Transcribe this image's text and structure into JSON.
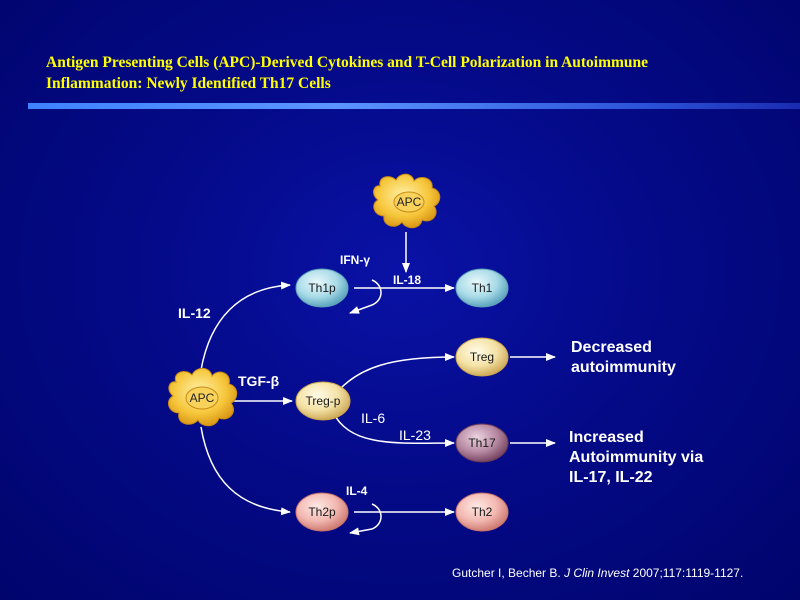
{
  "title": {
    "line1": "Antigen Presenting Cells (APC)-Derived Cytokines and T-Cell  Polarization in Autoimmune",
    "line2": "Inflammation: Newly Identified Th17 Cells"
  },
  "nodes": {
    "apc_top": "APC",
    "apc_left": "APC",
    "th1p": "Th1p",
    "th1": "Th1",
    "treg_p": "Treg-p",
    "treg": "Treg",
    "th17": "Th17",
    "th2p": "Th2p",
    "th2": "Th2"
  },
  "labels": {
    "ifn": "IFN-γ",
    "il18": "IL-18",
    "il12": "IL-12",
    "tgf": "TGF-β",
    "il6": "IL-6",
    "il23": "IL-23",
    "il4": "IL-4"
  },
  "outcomes": {
    "decreased": [
      "Decreased",
      "autoimmunity"
    ],
    "increased": [
      "Increased",
      "Autoimmunity via",
      "IL-17, IL-22"
    ]
  },
  "citation": {
    "authors": "Gutcher I, Becher B.",
    "journal": "J Clin Invest",
    "ref": "2007;117:1119-1127."
  },
  "colors": {
    "background": "#00067e",
    "title": "#ffff00",
    "th1": "#9fd8e6",
    "treg": "#f3e0a0",
    "th17": "#b07a98",
    "th2": "#f2b3ad",
    "apc": "#f6c233"
  }
}
